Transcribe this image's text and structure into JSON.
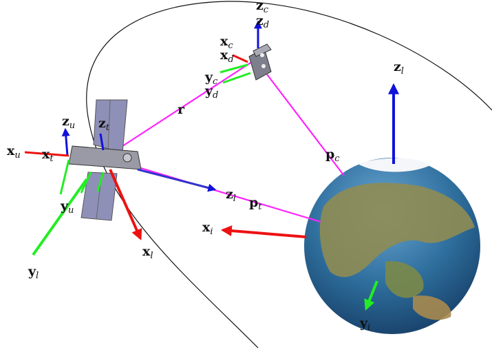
{
  "labels": {
    "zc": {
      "main": "z",
      "sub": "c"
    },
    "zd": {
      "main": "z",
      "sub": "d"
    },
    "xc": {
      "main": "x",
      "sub": "c"
    },
    "xd": {
      "main": "x",
      "sub": "d"
    },
    "yc": {
      "main": "y",
      "sub": "c"
    },
    "yd": {
      "main": "y",
      "sub": "d"
    },
    "zl_earth": {
      "main": "z",
      "sub": "l"
    },
    "r": {
      "main": "r",
      "sub": ""
    },
    "zu": {
      "main": "z",
      "sub": "u"
    },
    "zt": {
      "main": "z",
      "sub": "t"
    },
    "xu": {
      "main": "x",
      "sub": "u"
    },
    "xt": {
      "main": "x",
      "sub": "t"
    },
    "pc": {
      "main": "p",
      "sub": "c"
    },
    "zl_sat": {
      "main": "z",
      "sub": "l"
    },
    "pt": {
      "main": "p",
      "sub": "t"
    },
    "yu": {
      "main": "y",
      "sub": "u"
    },
    "xi": {
      "main": "x",
      "sub": "i"
    },
    "xl": {
      "main": "x",
      "sub": "l"
    },
    "yl": {
      "main": "y",
      "sub": "l"
    },
    "yi": {
      "main": "y",
      "sub": "i"
    }
  },
  "colors": {
    "x_axis": "#ee1111",
    "y_axis": "#22ee22",
    "z_axis": "#1111dd",
    "position_vector": "#ff22ff",
    "orbit": "#111111",
    "ocean": "#2f6f9e",
    "land": "#8a8a4a",
    "panel": "#8f90b8",
    "body": "#9a9aa6"
  }
}
